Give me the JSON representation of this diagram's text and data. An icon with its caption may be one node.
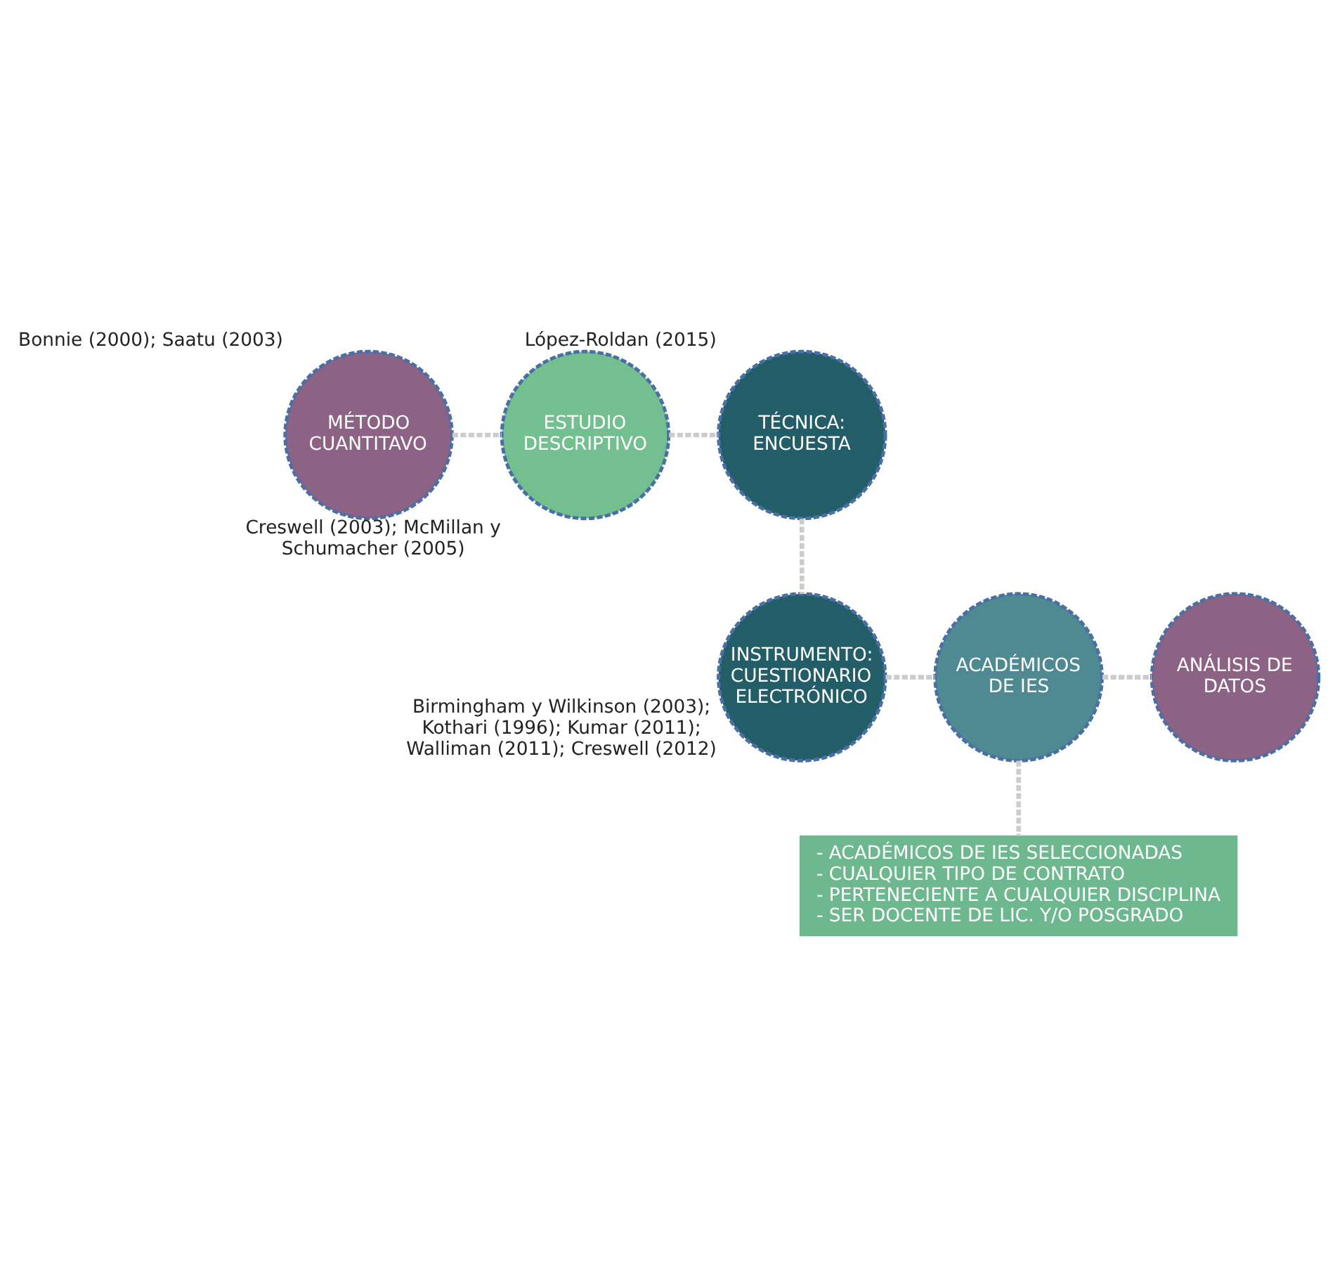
{
  "diagram": {
    "nodes": [
      {
        "text": [
          "MÉTODO CUANTITAVO"
        ],
        "beside": [
          "Bonnie (2000); Saatu (2003)"
        ]
      },
      {
        "text": [
          "ESTUDIO DESCRIPTIVO"
        ],
        "beside": [
          "Creswell (2003); McMillan y Schumacher (2005)"
        ]
      },
      {
        "text": [
          "TÉCNICA: ENCUESTA"
        ],
        "beside": [
          "López-Roldan (2015)"
        ]
      },
      {
        "text": [
          "INSTRUMENTO: CUESTIONARIO ELECTRÓNICO"
        ],
        "beside": [
          "Birmingham y Wilkinson (2003); Kothari (1996); Kumar (2011); Walliman (2011); Creswell (2012)"
        ]
      },
      {
        "text": [
          "ACADÉMICOS DE IES"
        ]
      },
      {
        "text": [
          "ANÁLISIS DE DATOS"
        ]
      },
      {
        "text": [
          "- ACADÉMICOS DE IES SELECCIONADAS",
          "- CUALQUIER TIPO DE CONTRATO",
          "- PERTENECIENTE A CUALQUIER DISCIPLINA",
          "- SER DOCENTE DE LIC. Y/O POSGRADO"
        ]
      }
    ],
    "edges": [
      {
        "from": 0,
        "to": 1,
        "arrow": "none",
        "style": "dashed"
      },
      {
        "from": 1,
        "to": 2,
        "arrow": "none",
        "style": "dashed"
      },
      {
        "from": 2,
        "to": 3,
        "arrow": "none",
        "style": "dashed"
      },
      {
        "from": 3,
        "to": 4,
        "arrow": "none",
        "style": "dashed"
      },
      {
        "from": 4,
        "to": 5,
        "arrow": "none",
        "style": "dashed"
      },
      {
        "from": 4,
        "to": 6,
        "arrow": "none",
        "style": "dashed"
      }
    ]
  }
}
